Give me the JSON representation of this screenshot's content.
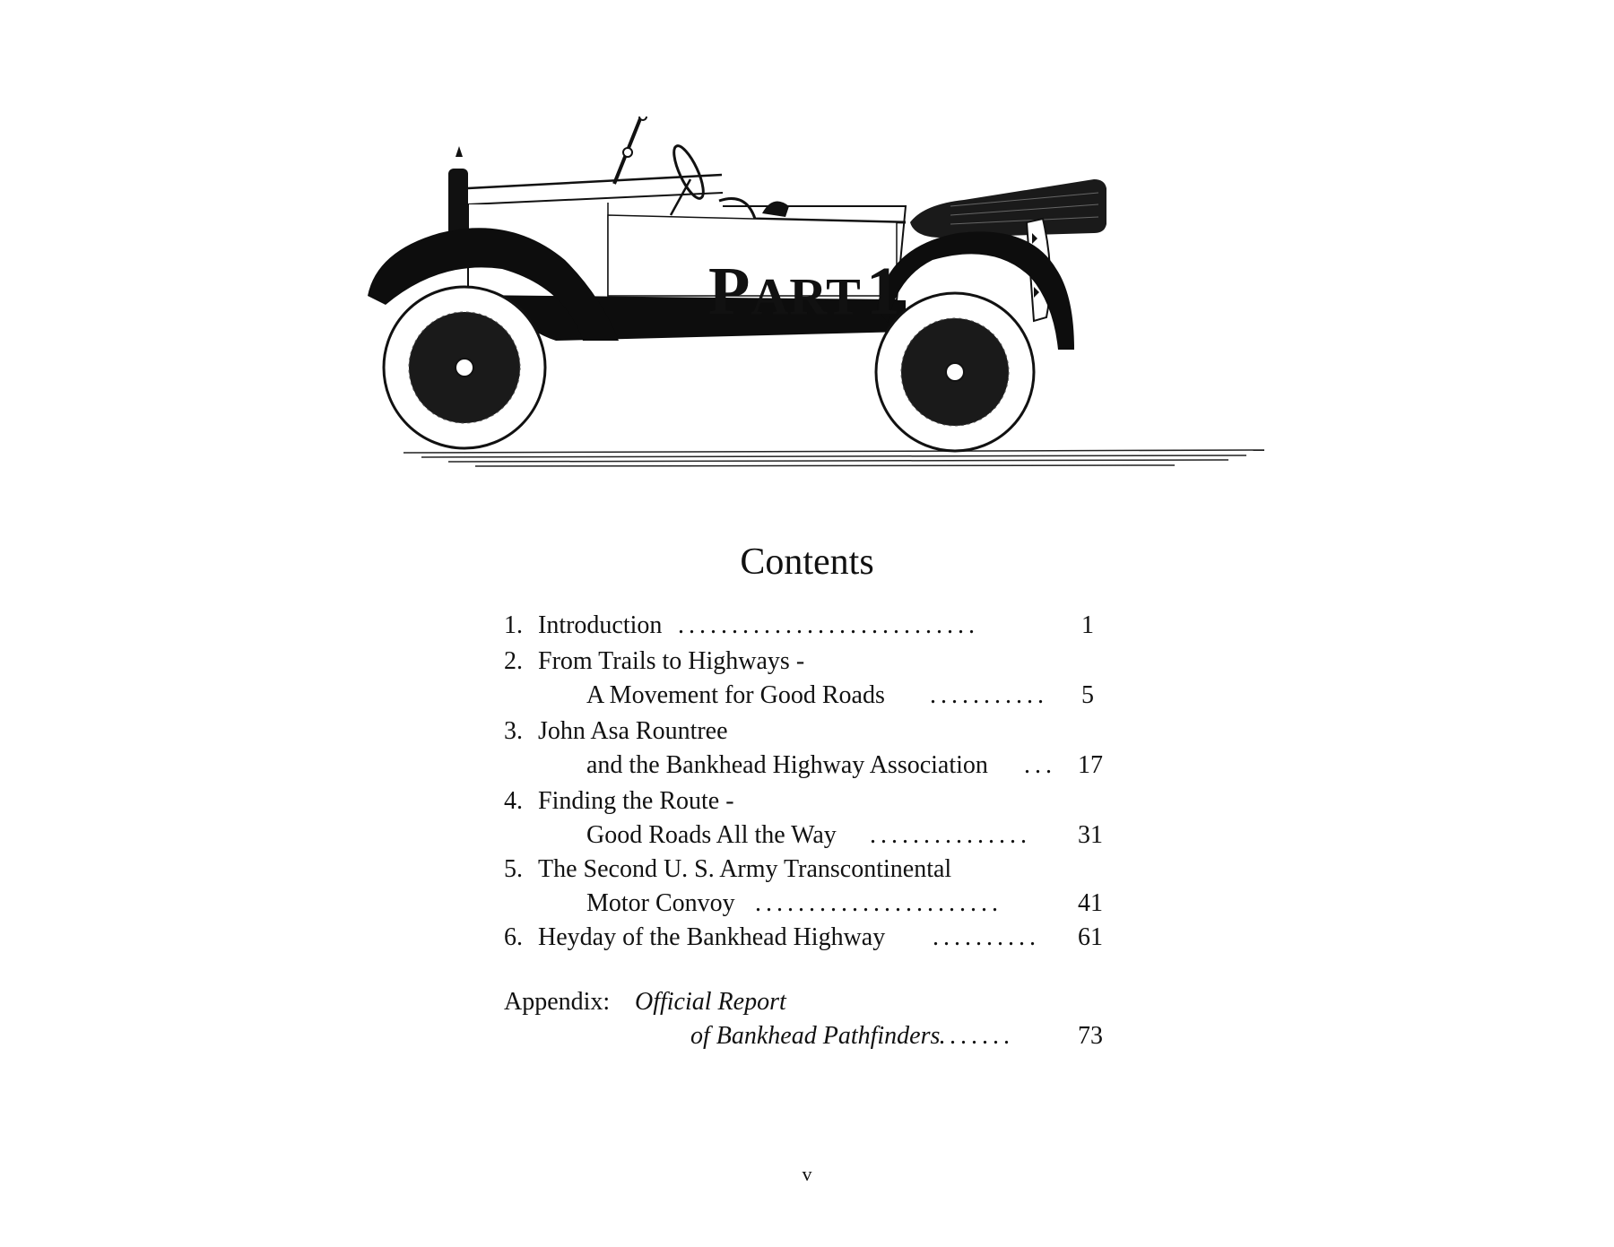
{
  "illustration": {
    "subject": "vintage open touring car",
    "label_first": "P",
    "label_rest": "ART",
    "label_num": "1"
  },
  "contents": {
    "title": "Contents",
    "entries": [
      {
        "num": "1.",
        "line1": "Introduction",
        "line2": "",
        "leader": "............................",
        "page": "1"
      },
      {
        "num": "2.",
        "line1": "From Trails to Highways -",
        "line2": "A Movement for Good Roads",
        "leader": "...........",
        "page": "5"
      },
      {
        "num": "3.",
        "line1": "John Asa Rountree",
        "line2": "and the Bankhead Highway Association",
        "leader": "...",
        "page": "17"
      },
      {
        "num": "4.",
        "line1": "Finding the Route -",
        "line2": "Good Roads All the Way",
        "leader": "...............",
        "page": "31"
      },
      {
        "num": "5.",
        "line1": "The Second U. S. Army Transcontinental",
        "line2": "Motor Convoy",
        "leader": ".......................",
        "page": "41"
      },
      {
        "num": "6.",
        "line1": "Heyday of the Bankhead Highway",
        "line2": "",
        "leader": "..........",
        "page": "61"
      }
    ],
    "appendix": {
      "label": "Appendix:",
      "line1": "Official Report",
      "line2": "of Bankhead Pathfinders",
      "leader": ".......",
      "page": "73"
    }
  },
  "folio": "v"
}
